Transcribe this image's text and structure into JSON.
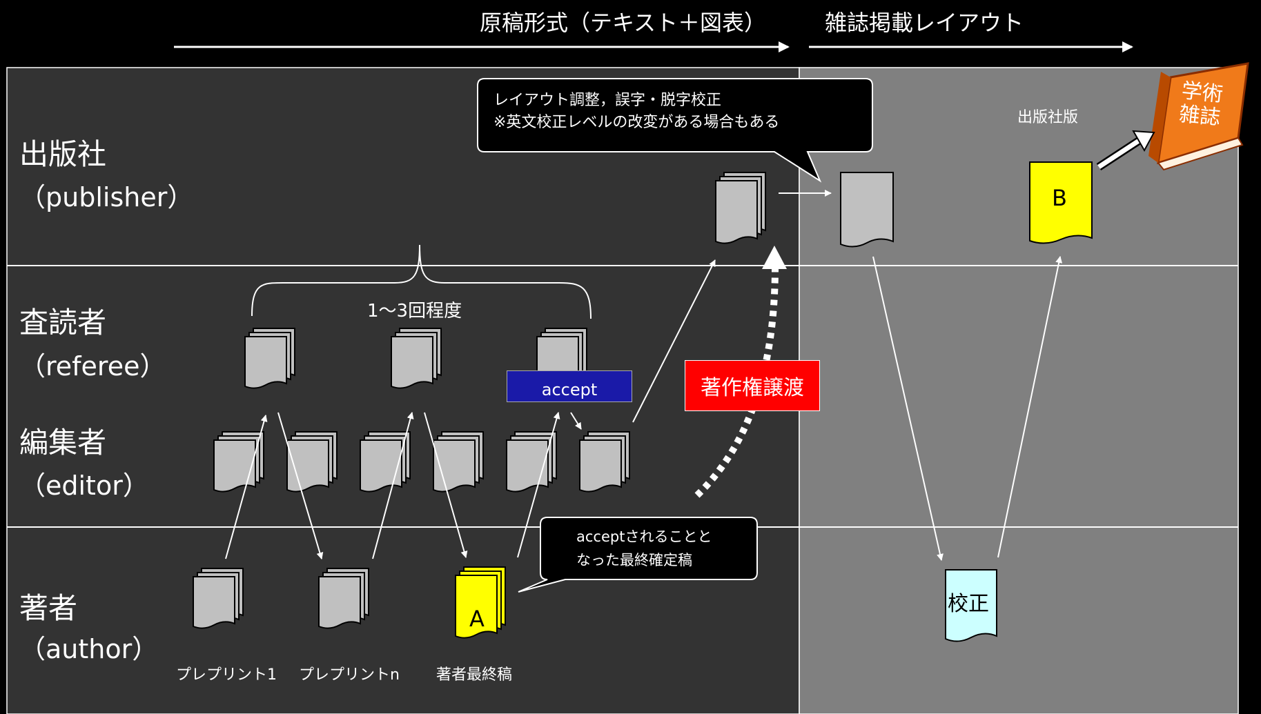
{
  "header": {
    "phase1": "原稿形式（テキスト＋図表）",
    "phase2": "雑誌掲載レイアウト"
  },
  "lanes": {
    "publisher_ja": "出版社",
    "publisher_en": "（publisher）",
    "referee_ja": "査読者",
    "referee_en": "（referee）",
    "editor_ja": "編集者",
    "editor_en": "（editor）",
    "author_ja": "著者",
    "author_en": "（author）"
  },
  "labels": {
    "rounds": "1～3回程度",
    "accept": "accept",
    "copyright": "著作権譲渡",
    "publisher_version": "出版社版",
    "preprint1": "プレプリント1",
    "preprintn": "プレプリントn",
    "author_final": "著者最終稿",
    "doc_a": "A",
    "doc_b": "B",
    "proof": "校正",
    "journal_line1": "学術",
    "journal_line2": "雑誌"
  },
  "callouts": {
    "layout_line1": "レイアウト調整，誤字・脱字校正",
    "layout_line2": "※英文校正レベルの改変がある場合もある",
    "accepted_line1": "acceptされることと",
    "accepted_line2": "なった最終確定稿"
  },
  "colors": {
    "background": "#000000",
    "left_panel": "#333333",
    "right_panel": "#808080",
    "doc_gray": "#c0c0c0",
    "doc_yellow": "#ffff00",
    "doc_cyan": "#ccffff",
    "copyright_red": "#ff0000",
    "accept_blue": "#1a1aa8",
    "book_orange": "#f07a1a"
  }
}
